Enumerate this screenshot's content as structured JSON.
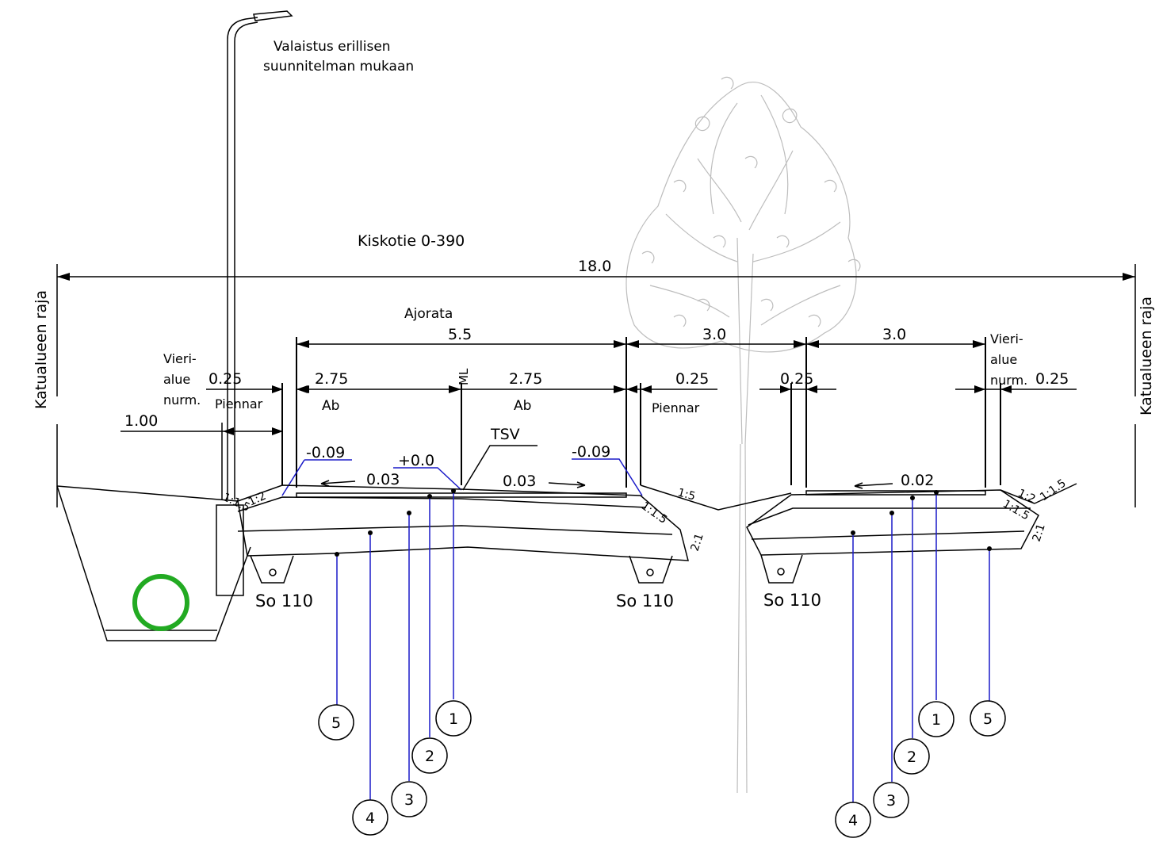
{
  "title": "Kiskotie 0-390",
  "lighting_note": [
    "Valaistus erillisen",
    "suunnitelman mukaan"
  ],
  "boundary_label": "Katualueen raja",
  "dimensions": {
    "total": "18.0",
    "carriageway_label": "Ajorata",
    "carriageway": "5.5",
    "lane_left": "2.75",
    "lane_right": "2.75",
    "verge_middle": "3.0",
    "verge_right": "3.0",
    "shoulder_left": "0.25",
    "shoulder_right": "0.25",
    "edge_right_mid": "0.25",
    "edge_far_right": "0.25",
    "ditch_width": "1.00"
  },
  "labels": {
    "vierialue_left": [
      "Vieri-",
      "alue",
      "nurm."
    ],
    "vierialue_right": [
      "Vieri-",
      "alue",
      "nurm."
    ],
    "piennar_left": "Piennar",
    "piennar_right": "Piennar",
    "ab_left": "Ab",
    "ab_right": "Ab",
    "ml": "ML",
    "tsv": "TSV"
  },
  "heights": {
    "left_edge": "-0.09",
    "center": "+0.0",
    "right_edge": "-0.09"
  },
  "slopes_pct": {
    "left_lane": "0.03",
    "right_lane": "0.03",
    "walkway": "0.02"
  },
  "side_slopes": {
    "ditch_left_a": "1:1.5",
    "ditch_left_b": "1:2",
    "right_edge_a": "1:1.5",
    "right_edge_b": "2:1",
    "middle": "1:5",
    "far_right_a": "1:2",
    "far_right_b": "1:1.5",
    "far_right_c": "1:1.5",
    "far_right_d": "2:1"
  },
  "drains": [
    "So 110",
    "So 110",
    "So 110"
  ],
  "layer_markers_left": [
    "1",
    "2",
    "3",
    "4",
    "5"
  ],
  "layer_markers_right": [
    "1",
    "2",
    "3",
    "4",
    "5"
  ],
  "colors": {
    "leader_lines": "#1a1ac8",
    "pipe": "#22aa22",
    "tree": "#bdbdbd"
  }
}
